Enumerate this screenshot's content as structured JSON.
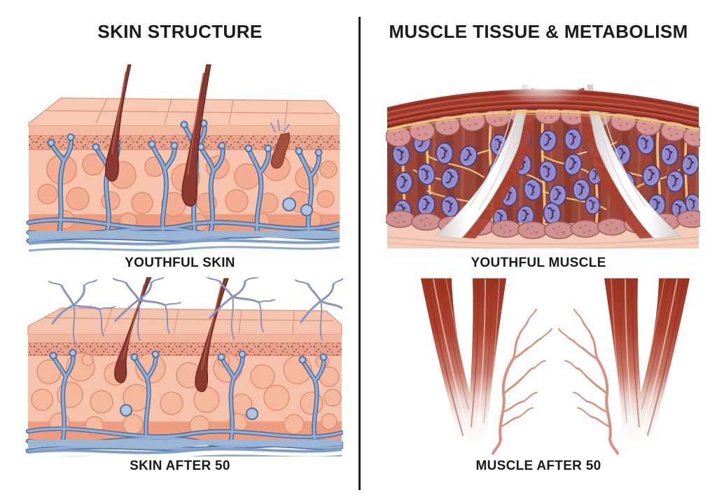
{
  "left_panel": {
    "title": "SKIN STRUCTURE",
    "figures": [
      {
        "name": "youthful-skin",
        "caption": "YOUTHFUL SKIN"
      },
      {
        "name": "skin-after-50",
        "caption": "SKIN AFTER 50"
      }
    ]
  },
  "right_panel": {
    "title": "MUSCLE TISSUE & METABOLISM",
    "figures": [
      {
        "name": "youthful-muscle",
        "caption": "YOUTHFUL MUSCLE"
      },
      {
        "name": "muscle-after-50",
        "caption": "MUSCLE AFTER 50"
      }
    ]
  },
  "palette": {
    "background": "#ffffff",
    "text": "#1b1b1b",
    "divider": "#1e1e1e",
    "skin_surface": "#f6c6ae",
    "skin_dermis": "#f8c4ae",
    "skin_cells": "#f4ae93",
    "skin_vessel_blue": "#7d9dc4",
    "hair_follicle": "#8c3a31",
    "aged_spider_vein": "#8a93bd",
    "muscle_band_red": "#a23a2b",
    "muscle_field": "#9a4639",
    "mitochondria_purple": "#9289c8",
    "capillary_yellow": "#e9c47a",
    "fascia_cell_pink": "#d89595",
    "tendon_white": "#ffffff",
    "aged_vessel_pink": "#d98f7e"
  }
}
